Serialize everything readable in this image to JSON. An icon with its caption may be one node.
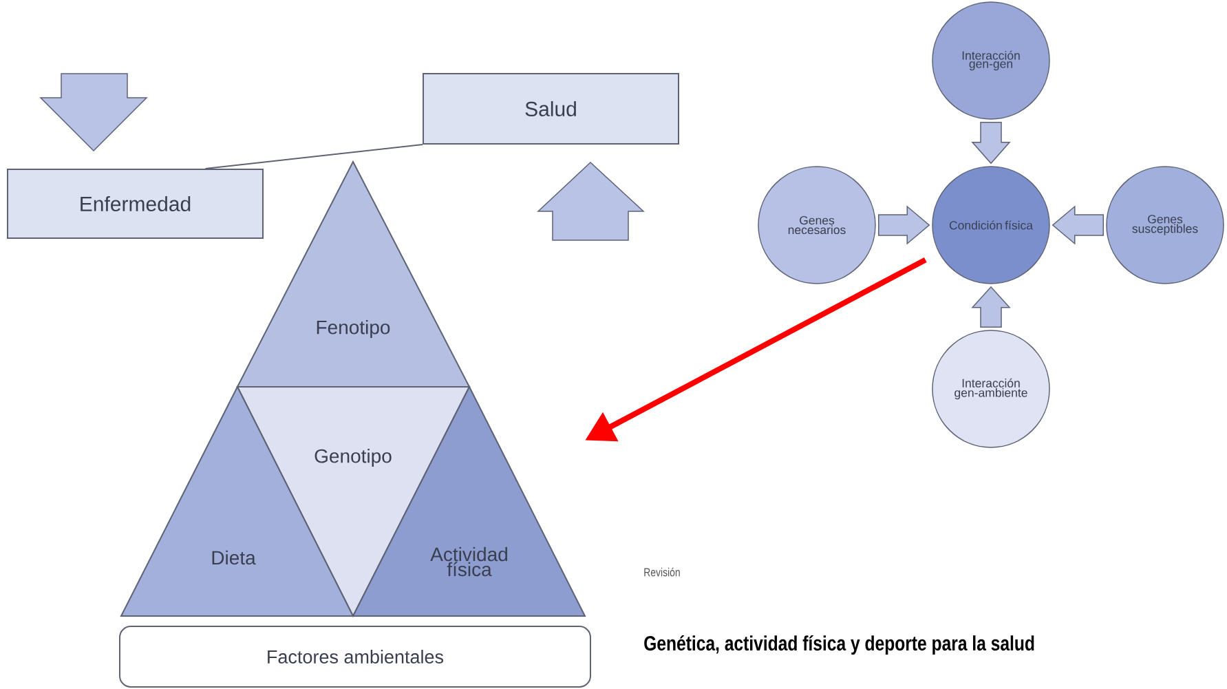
{
  "diagram": {
    "title": "Genética, actividad física y deporte para la salud",
    "nodes": [
      {
        "text": [
          "Salud"
        ]
      },
      {
        "text": [
          "Enfermedad"
        ]
      },
      {
        "text": [
          "Fenotipo"
        ]
      },
      {
        "text": [
          "Genotipo"
        ]
      },
      {
        "text": [
          "Dieta"
        ]
      },
      {
        "text": [
          "Actividad física"
        ]
      },
      {
        "text": [
          "Factores ambientales"
        ]
      },
      {
        "text": [
          "Interacción gen-gen"
        ]
      },
      {
        "text": [
          "Genes necesarios"
        ]
      },
      {
        "text": [
          "Condición física"
        ]
      },
      {
        "text": [
          "Genes susceptibles"
        ]
      },
      {
        "text": [
          "Interacción gen-ambiente"
        ]
      }
    ],
    "edges": [
      {
        "from": 0,
        "to": 1,
        "arrow": "none"
      },
      {
        "from": 7,
        "to": 9,
        "arrow": "to"
      },
      {
        "from": 8,
        "to": 9,
        "arrow": "to"
      },
      {
        "from": 10,
        "to": 9,
        "arrow": "to"
      },
      {
        "from": 11,
        "to": 9,
        "arrow": "to"
      },
      {
        "from": 9,
        "to": 5,
        "arrow": "to",
        "style": "thick",
        "color": "#ff0000"
      }
    ],
    "labels": [
      "Revisión"
    ]
  }
}
